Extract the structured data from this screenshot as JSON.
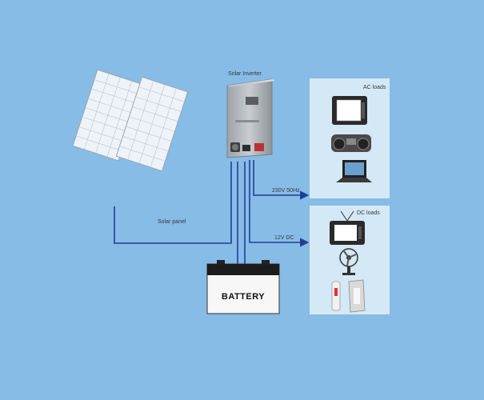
{
  "labels": {
    "inverter": "Solar Inverter",
    "panel": "Solar panel",
    "ac_loads": "AC loads",
    "dc_loads": "DC loads",
    "ac_output": "230V 50Hz",
    "dc_output": "12V DC",
    "battery": "BATTERY"
  },
  "colors": {
    "background": "#86bce6",
    "wire": "#1f3f93",
    "load_panel": "#d4e8f5",
    "battery_body": "#f7f7f7",
    "battery_top": "#1c1c1c"
  }
}
